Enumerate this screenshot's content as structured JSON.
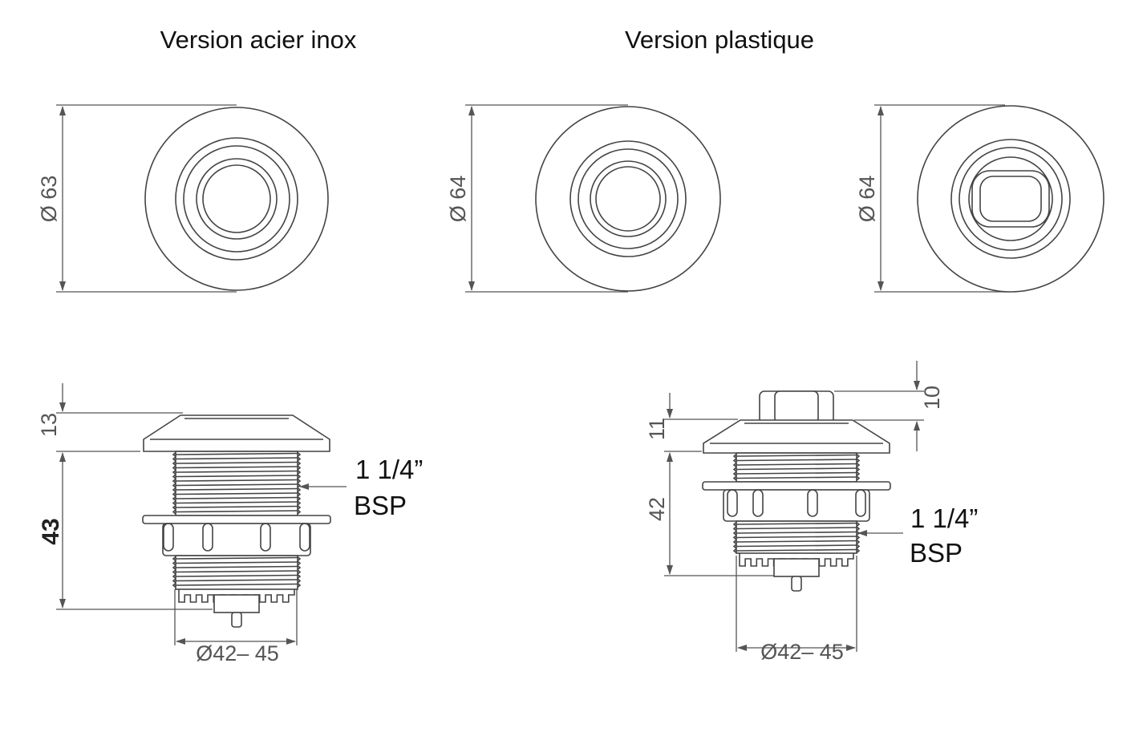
{
  "titles": {
    "inox": "Version acier inox",
    "plastique": "Version plastique"
  },
  "front_views": {
    "inox_diameter": "Ø 63",
    "plastique_a_diameter": "Ø 64",
    "plastique_b_diameter": "Ø 64"
  },
  "side_inox": {
    "cap_height": "13",
    "body_height": "43",
    "thread_label_1": "1 1/4”",
    "thread_label_2": "BSP",
    "hole_diameter": "Ø42– 45"
  },
  "side_plastique": {
    "cap_height": "11",
    "body_height": "42",
    "top_height": "10",
    "thread_label_1": "1 1/4”",
    "thread_label_2": "BSP",
    "hole_diameter": "Ø42– 45"
  },
  "colors": {
    "line": "#555555",
    "text": "#111111"
  }
}
